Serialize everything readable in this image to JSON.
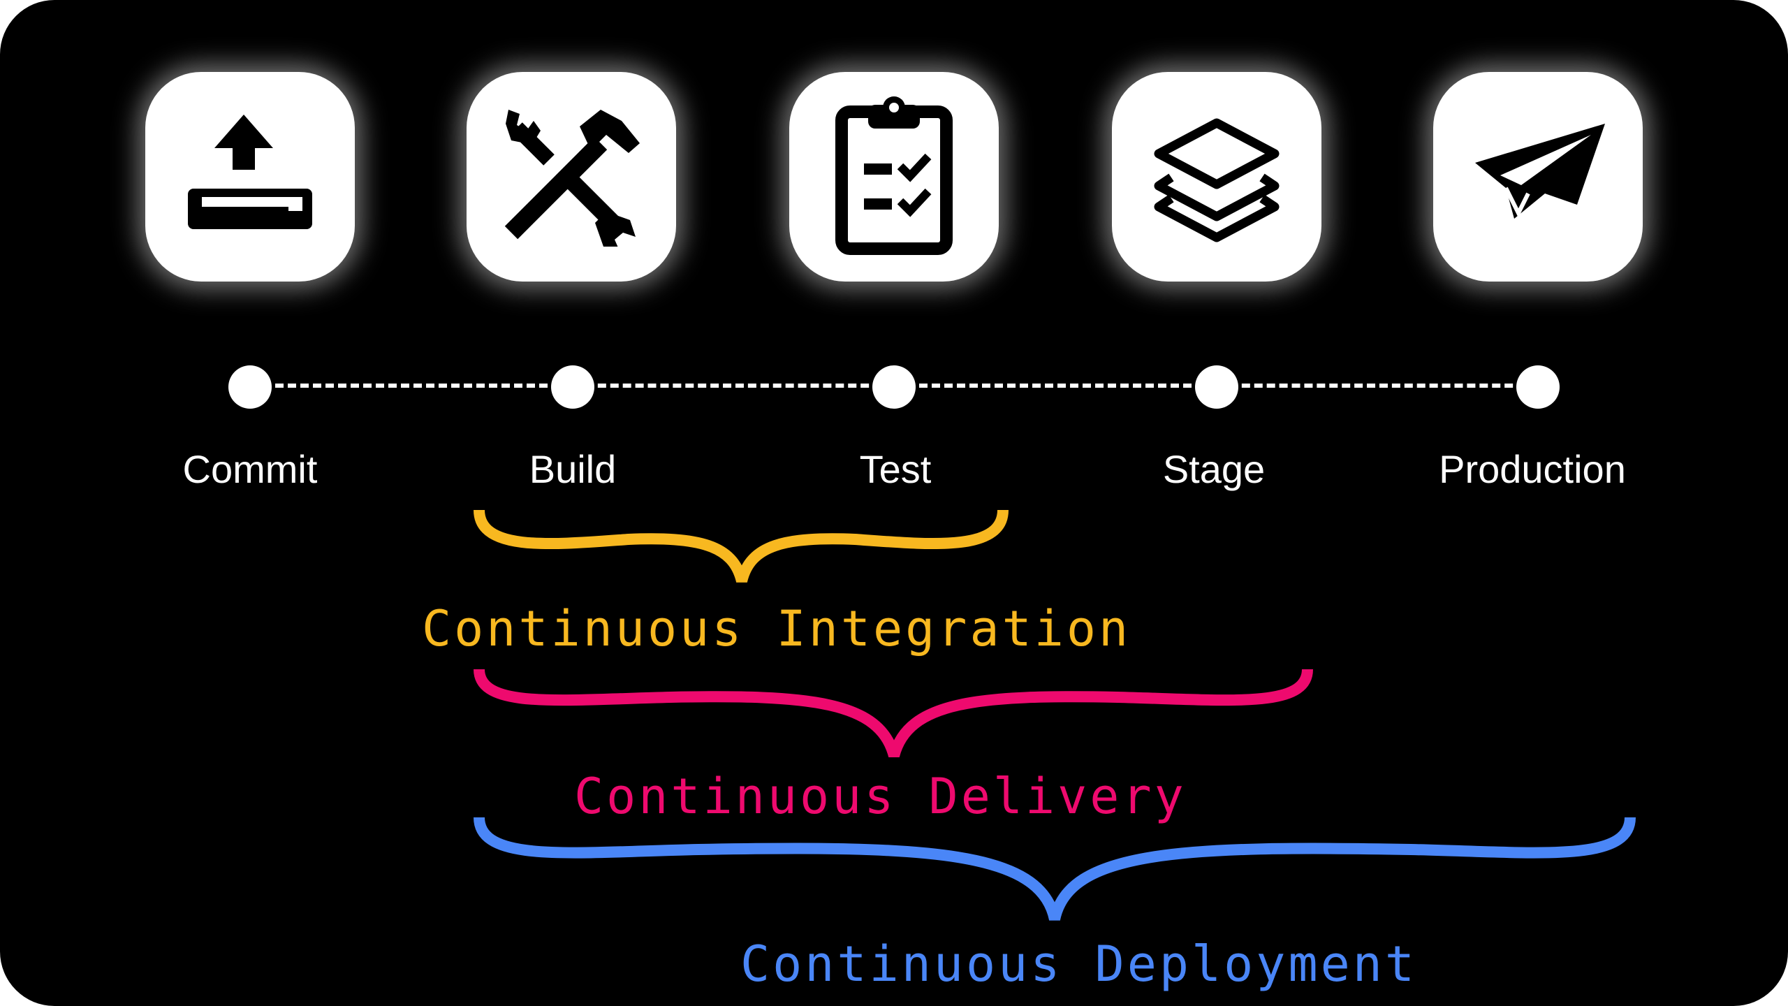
{
  "pipeline": {
    "stages": [
      {
        "label": "Commit",
        "icon": "upload-tray-icon"
      },
      {
        "label": "Build",
        "icon": "tools-icon"
      },
      {
        "label": "Test",
        "icon": "clipboard-checklist-icon"
      },
      {
        "label": "Stage",
        "icon": "layers-icon"
      },
      {
        "label": "Production",
        "icon": "paper-plane-icon"
      }
    ]
  },
  "spans": [
    {
      "label": "Continuous Integration",
      "from": "Build",
      "to": "Test",
      "color": "#F8B820"
    },
    {
      "label": "Continuous Delivery",
      "from": "Build",
      "to": "Stage",
      "color": "#EE0A6E"
    },
    {
      "label": "Continuous Deployment",
      "from": "Build",
      "to": "Production",
      "color": "#4A86F7"
    }
  ],
  "colors": {
    "background": "#000000",
    "tile": "#ffffff",
    "text": "#ffffff"
  }
}
